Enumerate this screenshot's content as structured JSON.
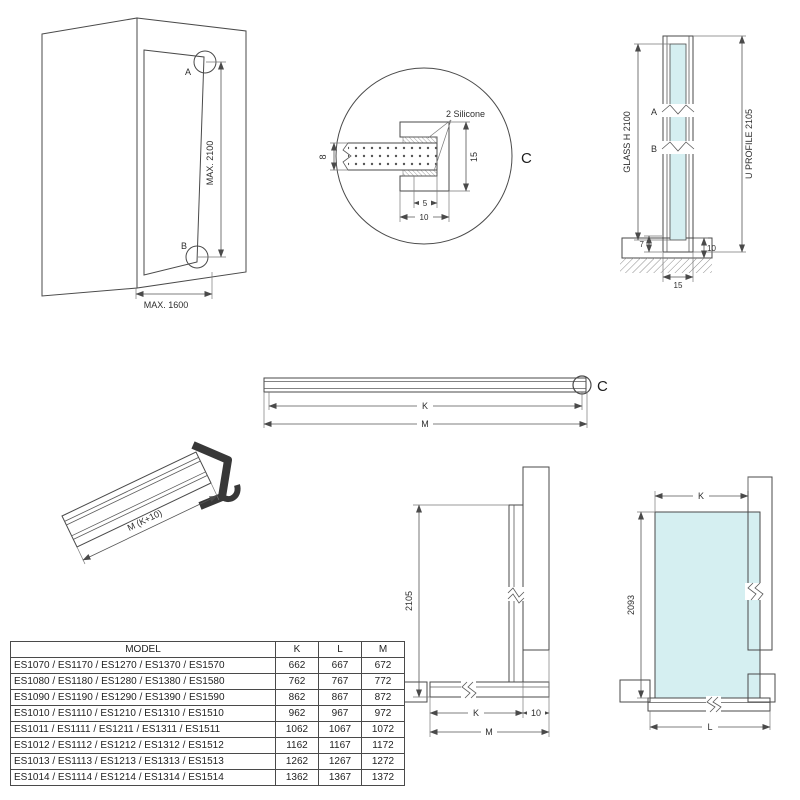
{
  "colors": {
    "glass": "#d5eff1",
    "line": "#4a4a4a"
  },
  "corner_view": {
    "point_a": "A",
    "point_b": "B",
    "max_height": "MAX. 2100",
    "max_width": "MAX. 1600"
  },
  "detail_c": {
    "callout": "C",
    "silicone": "2 Silicone",
    "glass_thickness": "8",
    "profile_depth": "15",
    "lip_width": "5",
    "profile_width": "10"
  },
  "side_section": {
    "point_a": "A",
    "point_b": "B",
    "glass_height": "GLASS H 2100",
    "profile_height": "U PROFILE 2105",
    "inset": "7",
    "base_height": "10",
    "base_width": "15"
  },
  "profile_bar": {
    "callout": "C",
    "inner_length": "K",
    "outer_length": "M"
  },
  "perspective": {
    "length": "M (K+10)"
  },
  "elevation_profile": {
    "height": "2105",
    "dim_k": "K",
    "dim_10": "10",
    "dim_m": "M"
  },
  "elevation_glass": {
    "dim_k": "K",
    "height": "2093",
    "dim_l": "L"
  },
  "model_table": {
    "headers": {
      "model": "MODEL",
      "k": "K",
      "l": "L",
      "m": "M"
    },
    "rows": [
      {
        "model": "ES1070 / ES1170 / ES1270 / ES1370 / ES1570",
        "k": "662",
        "l": "667",
        "m": "672"
      },
      {
        "model": "ES1080 / ES1180 / ES1280 / ES1380 / ES1580",
        "k": "762",
        "l": "767",
        "m": "772"
      },
      {
        "model": "ES1090 / ES1190 / ES1290 / ES1390 / ES1590",
        "k": "862",
        "l": "867",
        "m": "872"
      },
      {
        "model": "ES1010 / ES1110 / ES1210 / ES1310 / ES1510",
        "k": "962",
        "l": "967",
        "m": "972"
      },
      {
        "model": "ES1011 / ES1111 / ES1211 / ES1311 / ES1511",
        "k": "1062",
        "l": "1067",
        "m": "1072"
      },
      {
        "model": "ES1012 / ES1112 / ES1212 / ES1312 / ES1512",
        "k": "1162",
        "l": "1167",
        "m": "1172"
      },
      {
        "model": "ES1013 / ES1113 / ES1213 / ES1313 / ES1513",
        "k": "1262",
        "l": "1267",
        "m": "1272"
      },
      {
        "model": "ES1014 / ES1114 / ES1214 / ES1314 / ES1514",
        "k": "1362",
        "l": "1367",
        "m": "1372"
      }
    ]
  }
}
